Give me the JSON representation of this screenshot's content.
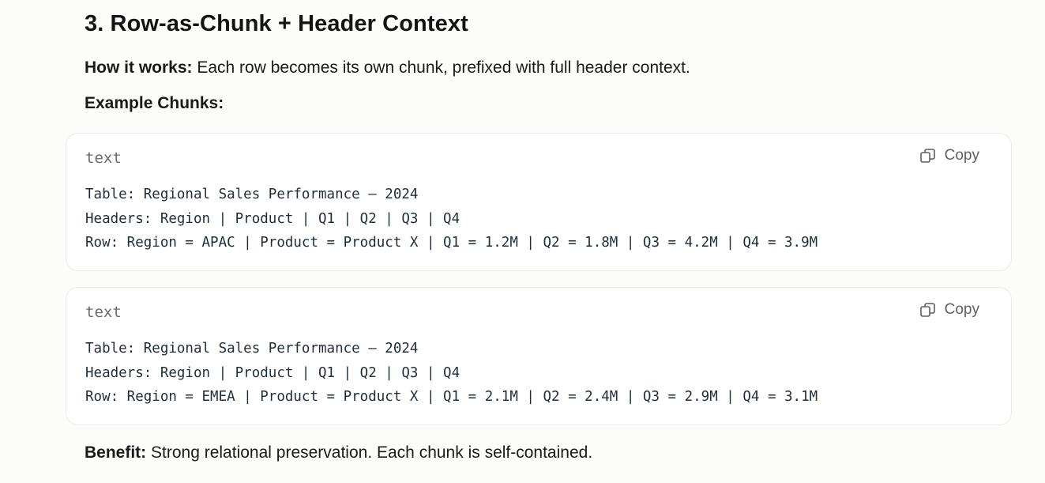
{
  "section": {
    "title": "3. Row-as-Chunk + Header Context"
  },
  "how_it_works": {
    "label": "How it works:",
    "text": " Each row becomes its own chunk, prefixed with full header context."
  },
  "example": {
    "label": "Example Chunks:"
  },
  "code_blocks": [
    {
      "language": "text",
      "copy_label": "Copy",
      "lines": [
        "Table: Regional Sales Performance – 2024",
        "Headers: Region | Product | Q1 | Q2 | Q3 | Q4",
        "Row: Region = APAC | Product = Product X | Q1 = 1.2M | Q2 = 1.8M | Q3 = 4.2M | Q4 = 3.9M"
      ]
    },
    {
      "language": "text",
      "copy_label": "Copy",
      "lines": [
        "Table: Regional Sales Performance – 2024",
        "Headers: Region | Product | Q1 | Q2 | Q3 | Q4",
        "Row: Region = EMEA | Product = Product X | Q1 = 2.1M | Q2 = 2.4M | Q3 = 2.9M | Q4 = 3.1M"
      ]
    }
  ],
  "benefit": {
    "label": "Benefit:",
    "text": " Strong relational preservation. Each chunk is self-contained."
  },
  "icons": {
    "copy": "copy-icon"
  }
}
